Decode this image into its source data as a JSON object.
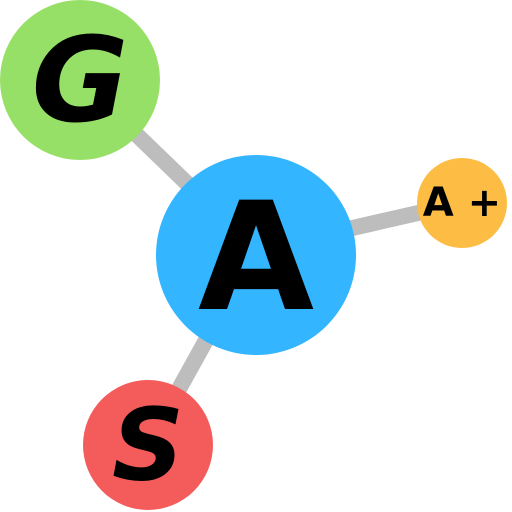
{
  "logo": {
    "nodes": {
      "center": {
        "label": "A",
        "color": "#33b5ff"
      },
      "top_left": {
        "label": "G",
        "color": "#97e067"
      },
      "bottom_left": {
        "label": "S",
        "color": "#f45b5b"
      },
      "right": {
        "label": "A +",
        "color": "#fdbd45"
      }
    },
    "bond_color": "#bdbdbd"
  }
}
